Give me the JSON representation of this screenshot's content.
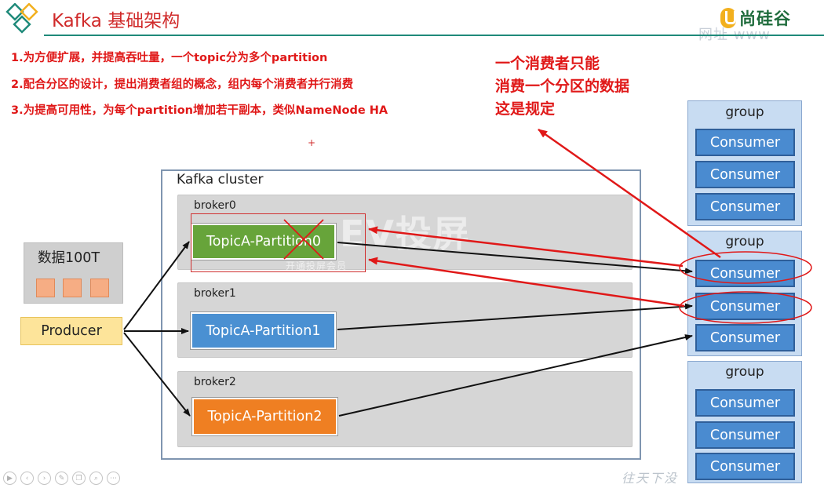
{
  "header": {
    "title": "Kafka 基础架构",
    "brand": "尚硅谷",
    "brand_watermark": "网址 www"
  },
  "notes": [
    "1.为方便扩展，并提高吞吐量，一个topic分为多个partition",
    "2.配合分区的设计，提出消费者组的概念，组内每个消费者并行消费",
    "3.为提高可用性，为每个partition增加若干副本，类似NameNode HA"
  ],
  "callout": [
    "一个消费者只能",
    "消费一个分区的数据",
    "这是规定"
  ],
  "source": {
    "label": "数据100T",
    "producer": "Producer"
  },
  "cluster": {
    "label": "Kafka cluster",
    "brokers": [
      {
        "label": "broker0",
        "partition": "TopicA-Partition0"
      },
      {
        "label": "broker1",
        "partition": "TopicA-Partition1"
      },
      {
        "label": "broker2",
        "partition": "TopicA-Partition2"
      }
    ]
  },
  "groups": [
    {
      "label": "group",
      "consumers": [
        "Consumer",
        "Consumer",
        "Consumer"
      ]
    },
    {
      "label": "group",
      "consumers": [
        "Consumer",
        "Consumer",
        "Consumer"
      ]
    },
    {
      "label": "group",
      "consumers": [
        "Consumer",
        "Consumer",
        "Consumer"
      ]
    }
  ],
  "watermarks": {
    "app_name": "EV投屏",
    "app_tagline": "开通投屏会员",
    "bottom": "往天下没"
  },
  "colors": {
    "title_red": "#d02a2a",
    "note_red": "#e01818",
    "partition0": "#67a43a",
    "partition1": "#4a90d2",
    "partition2": "#ef7f22",
    "consumer": "#4a8bd0",
    "group_bg": "#c8dcf2",
    "producer": "#fde49a"
  },
  "icons": [
    "play-icon",
    "prev-icon",
    "next-icon",
    "pen-icon",
    "copy-icon",
    "zoom-icon",
    "more-icon"
  ]
}
